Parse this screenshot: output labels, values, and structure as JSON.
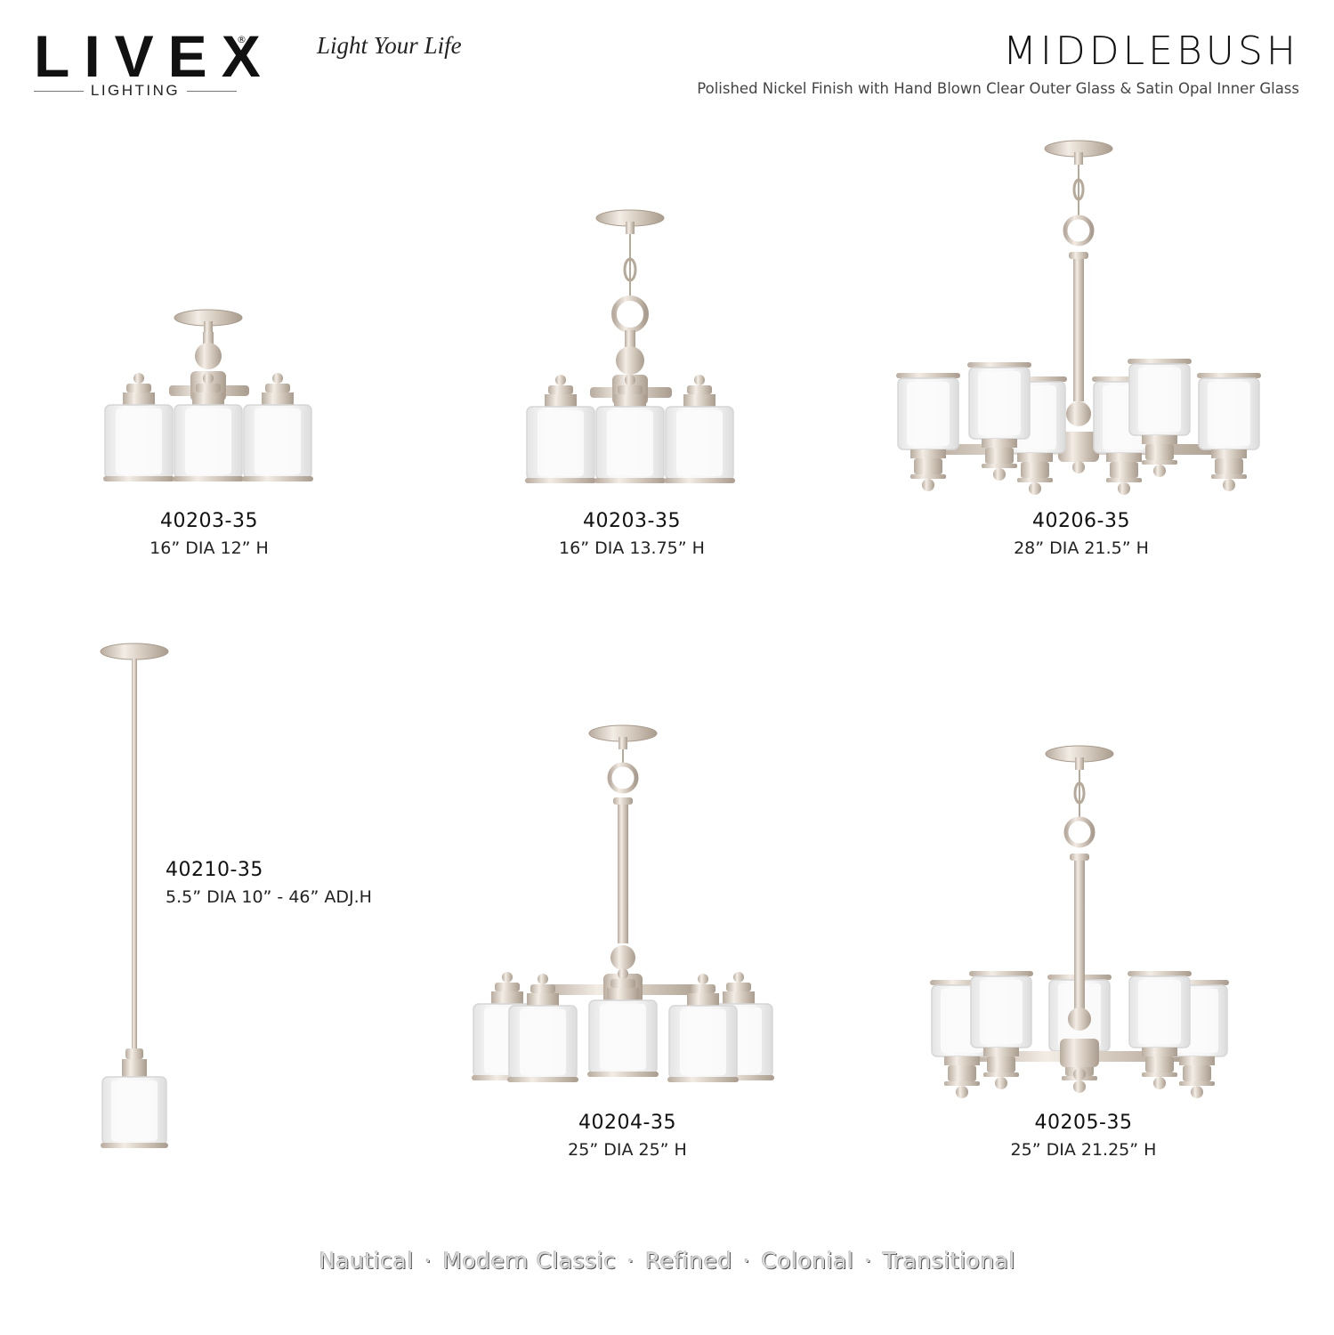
{
  "brand": {
    "logo_word": "LIVEX",
    "logo_registered": "®",
    "logo_sub": "LIGHTING",
    "tagline": "Light Your Life"
  },
  "collection": {
    "name": "MIDDLEBUSH",
    "finish": "Polished Nickel Finish with Hand Blown Clear Outer Glass & Satin Opal Inner Glass"
  },
  "products": [
    {
      "model": "40203-35",
      "dims": "16” DIA  12” H",
      "type": "3-light semi-flush"
    },
    {
      "model": "40203-35",
      "dims": "16” DIA  13.75” H",
      "type": "3-light mini chandelier"
    },
    {
      "model": "40206-35",
      "dims": "28” DIA  21.5” H",
      "type": "6-light chandelier"
    },
    {
      "model": "40210-35",
      "dims": "5.5” DIA  10” - 46” ADJ.H",
      "type": "1-light mini pendant"
    },
    {
      "model": "40204-35",
      "dims": "25” DIA  25” H",
      "type": "5-light chandelier (downlight)"
    },
    {
      "model": "40205-35",
      "dims": "25” DIA  21.25” H",
      "type": "5-light chandelier (uplight)"
    }
  ],
  "styles": [
    "Nautical",
    "Modern Classic",
    "Refined",
    "Colonial",
    "Transitional"
  ],
  "colors": {
    "nickel": "#d9cfc4",
    "nickel_dark": "#a89c8f",
    "glass": "#f4f4f4",
    "glass_edge": "#dcdcdc",
    "text": "#111111"
  }
}
